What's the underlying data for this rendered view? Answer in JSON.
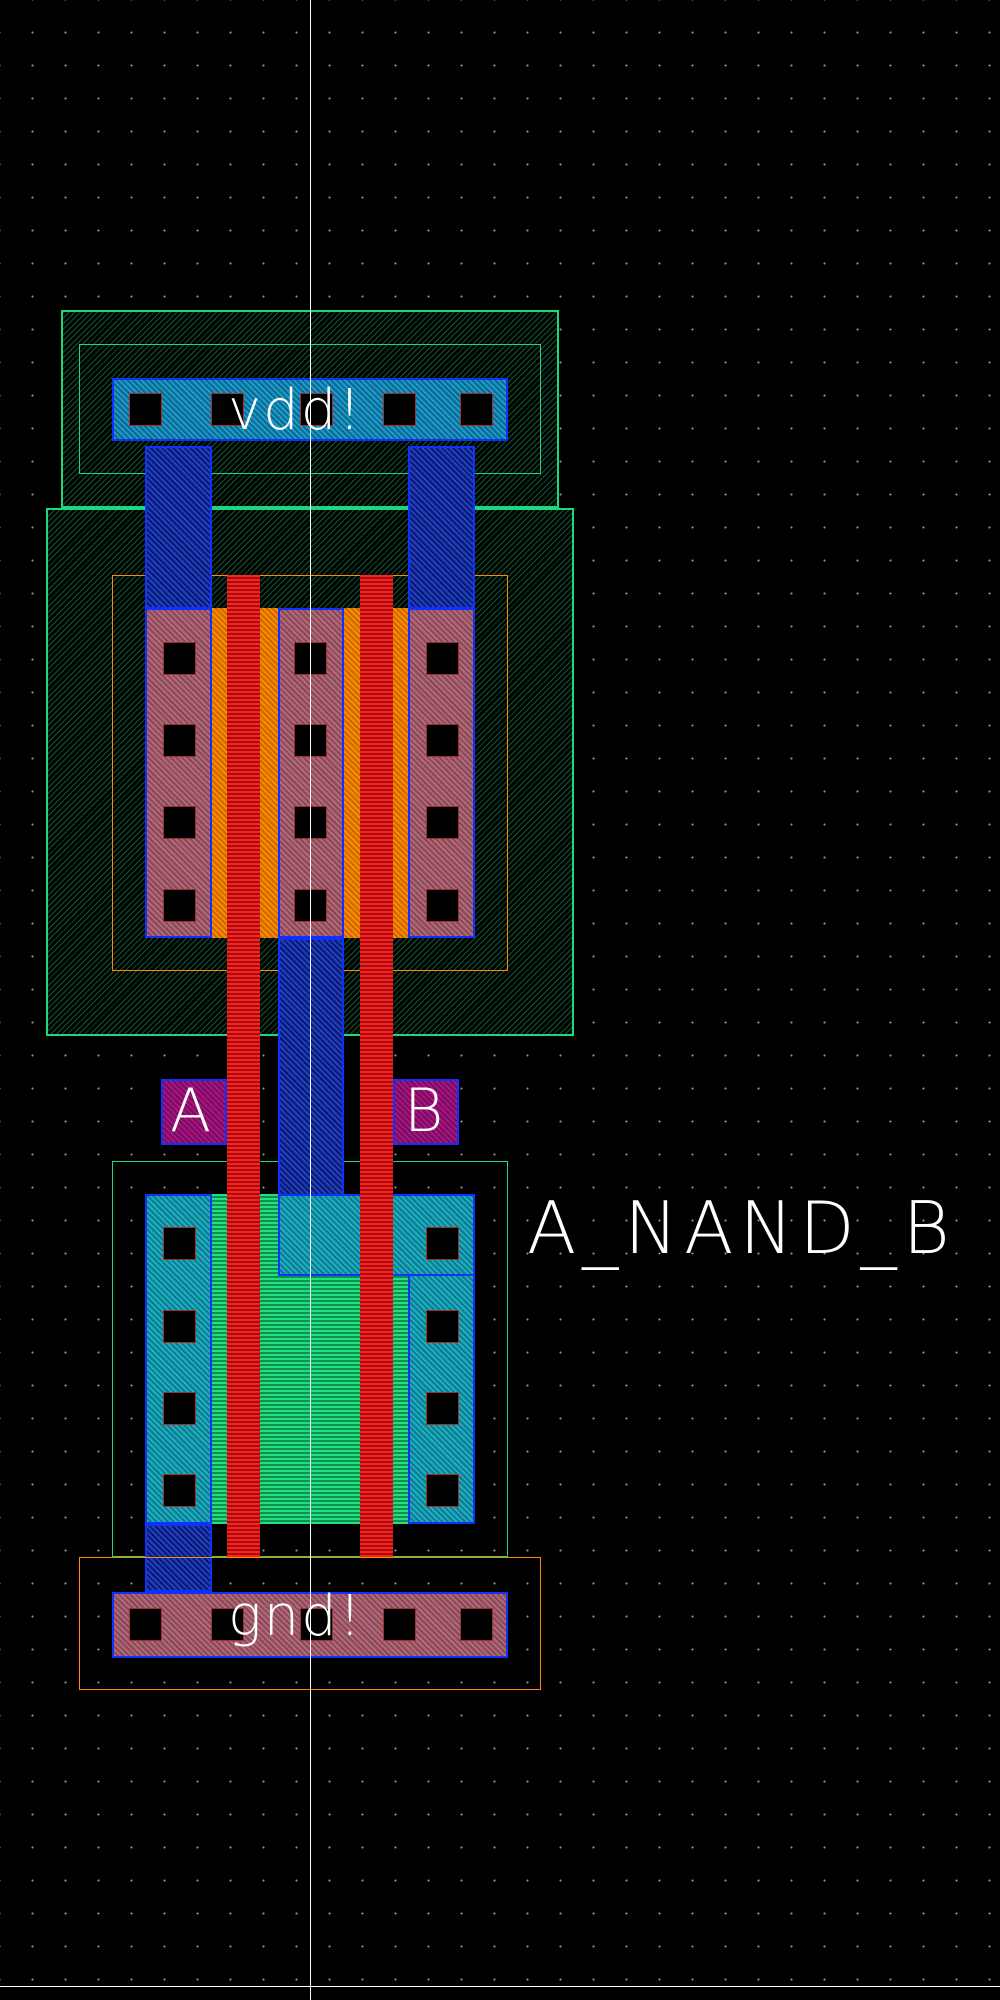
{
  "layout": {
    "cell_name": "A_NAND_B",
    "labels": {
      "vdd": "vdd!",
      "gnd": "gnd!",
      "input_a": "A",
      "input_b": "B"
    },
    "colors": {
      "nwell": "#1fd67a",
      "poly": "#ff2020",
      "metal1": "#1030ff",
      "pdiff": "#ff8a00",
      "ndiff": "#20e080",
      "background": "#000000"
    }
  }
}
